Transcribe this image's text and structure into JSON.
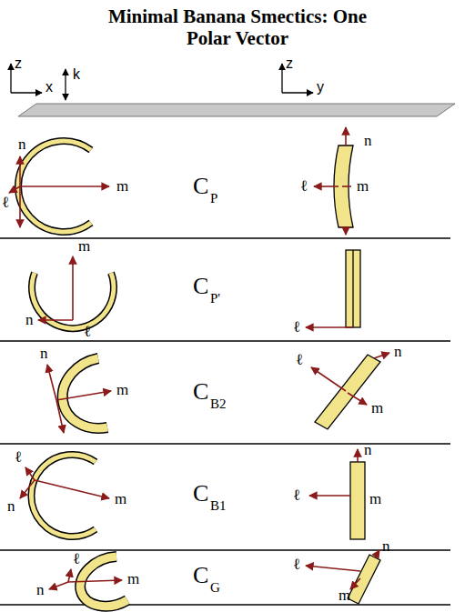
{
  "diagram": {
    "title": "Minimal Banana Smectics: One Polar Vector",
    "labels": [
      "z",
      "x",
      "k",
      "z",
      "y",
      "n",
      "ℓ",
      "m",
      "C",
      "P",
      "n",
      "ℓ",
      "m",
      "m",
      "n",
      "ℓ",
      "C",
      "P'",
      "ℓ",
      "n",
      "m",
      "C",
      "B2",
      "ℓ",
      "n",
      "m",
      "ℓ",
      "n",
      "m",
      "C",
      "B1",
      "n",
      "ℓ",
      "m",
      "ℓ",
      "n",
      "m",
      "C",
      "G",
      "n",
      "ℓ",
      "m"
    ]
  }
}
